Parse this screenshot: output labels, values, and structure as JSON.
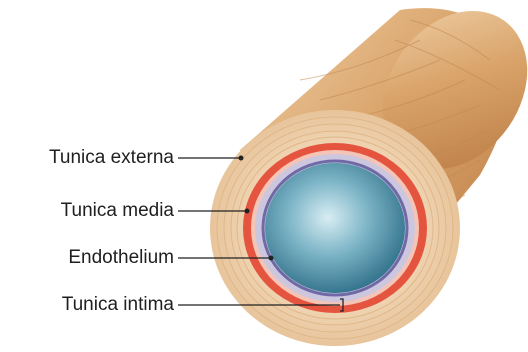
{
  "labels": {
    "tunica_externa": "Tunica externa",
    "tunica_media": "Tunica media",
    "endothelium": "Endothelium",
    "tunica_intima": "Tunica intima"
  },
  "colors": {
    "externa_outer": "#f3dcc2",
    "externa_inner": "#e9c9a3",
    "vessel_wall": "#d9a36a",
    "media": "#e4543f",
    "intima_band": "#c9c3dc",
    "endothelium": "#6f6aa6",
    "lumen_center": "#cfe6ee",
    "lumen_edge": "#3b7f98",
    "leader": "#222222"
  }
}
